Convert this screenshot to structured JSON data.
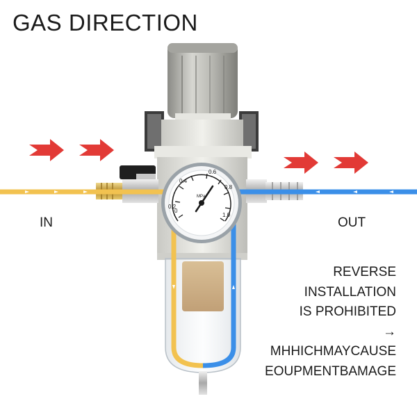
{
  "title": "GAS DIRECTION",
  "inlet_label": "IN",
  "outlet_label": "OUT",
  "warning": {
    "line1": "REVERSE",
    "line2": "INSTALLATION",
    "line3": "IS PROHIBITED",
    "line4": "→",
    "line5": "MHHICHMAYCAUSE",
    "line6": "EOUPMENTBAMAGE"
  },
  "gauge": {
    "brand": "MPa",
    "ticks": [
      "0",
      "0.2",
      "0.4",
      "0.6",
      "0.8",
      "1.0"
    ]
  },
  "colors": {
    "inlet_flow": "#f2c250",
    "outlet_flow": "#3b8fe8",
    "arrow": "#e23a36"
  },
  "icons": {
    "flow_arrow": "red-chevron-arrow",
    "flow_direction": "small-white-arrow"
  }
}
